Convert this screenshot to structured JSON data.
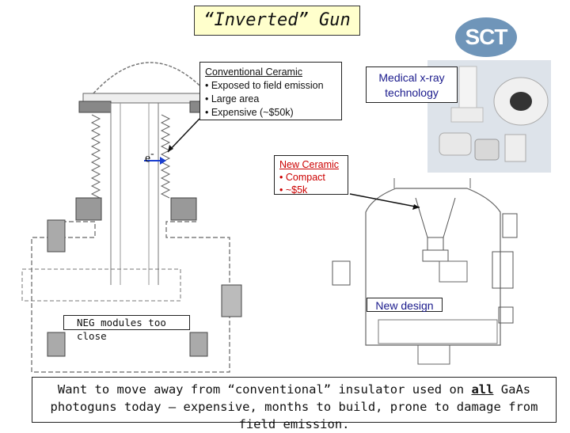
{
  "title": "“Inverted” Gun",
  "logo_text": "SCT",
  "conventional_ceramic": {
    "heading": "Conventional Ceramic",
    "bullets": [
      "• Exposed to field emission",
      "• Large area",
      "• Expensive (~$50k)"
    ]
  },
  "medical_xray": {
    "line1": "Medical x-ray",
    "line2": "technology"
  },
  "new_ceramic": {
    "heading": "New Ceramic",
    "bullets": [
      "• Compact",
      "• ~$5k"
    ]
  },
  "electron_label": "e",
  "electron_sup": "-",
  "new_design_label": "New design",
  "neg_label": "NEG modules too close",
  "bottom_text": {
    "part1": "Want to move away from “conventional” insulator used on ",
    "bold": "all",
    "part2": " GaAs photoguns today – expensive, months to build, prone to damage from field emission."
  },
  "colors": {
    "title_bg": "#ffffcc",
    "logo_blue": "#6f95b9",
    "red_text": "#cc0000",
    "blue_text": "#1a1a8c"
  }
}
